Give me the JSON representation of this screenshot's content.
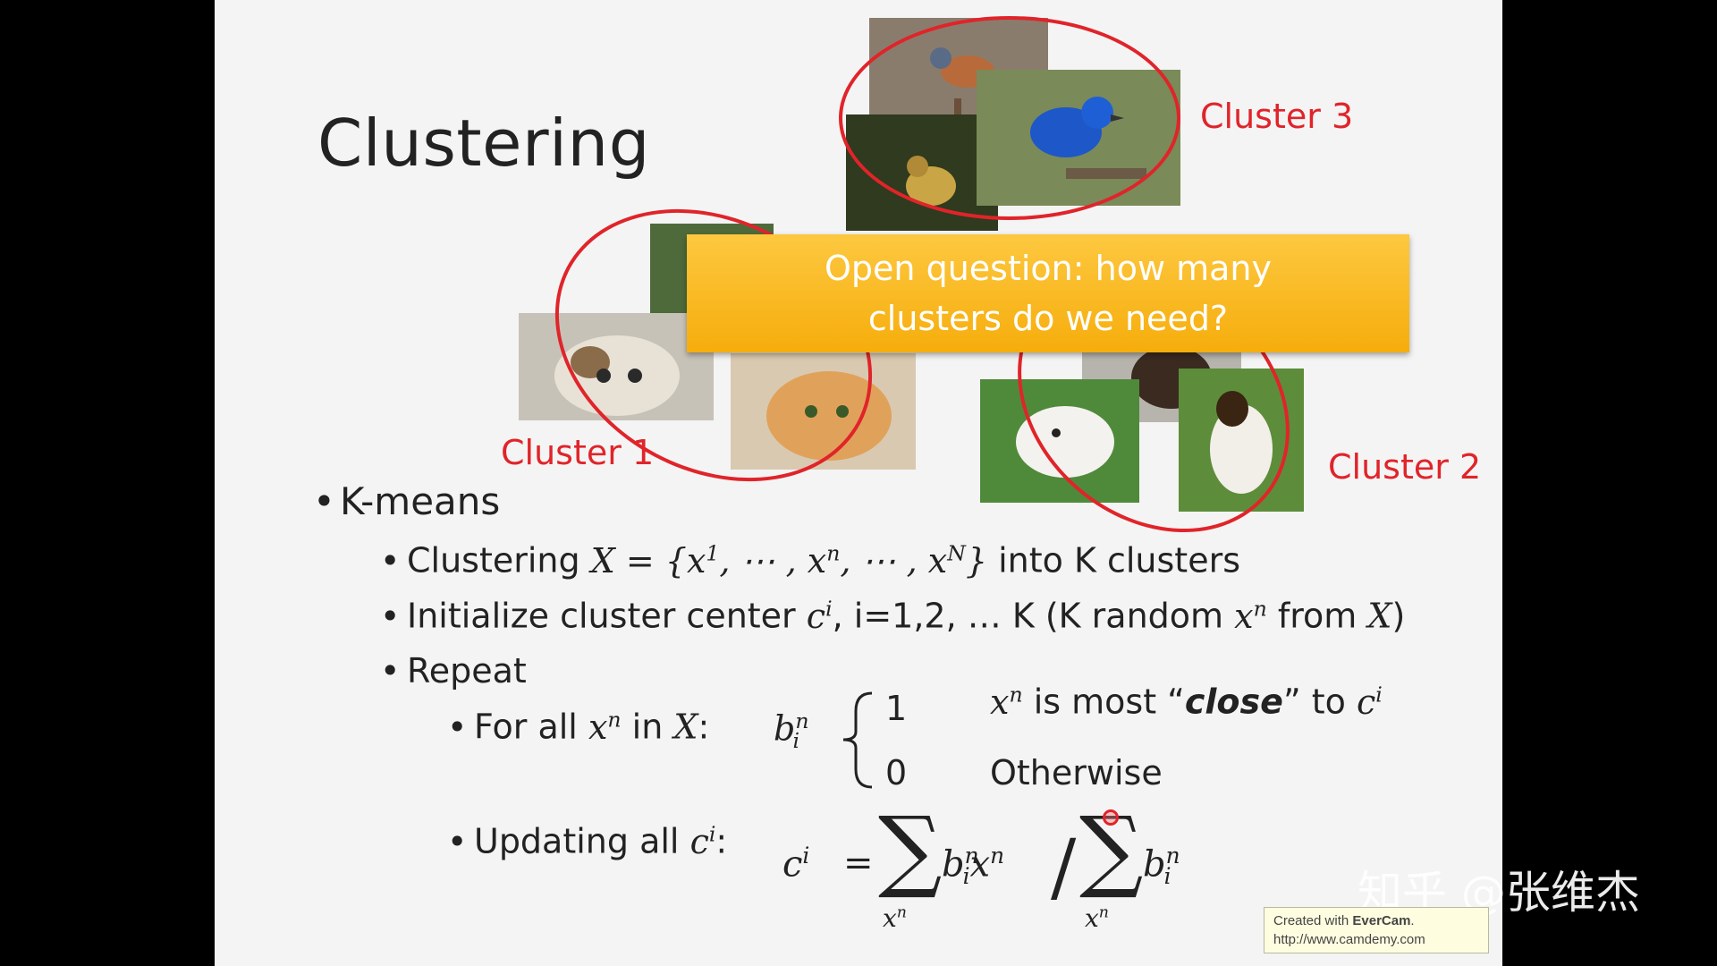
{
  "slide": {
    "title": "Clustering",
    "callout": {
      "line1": "Open question: how many",
      "line2": "clusters do we need?"
    },
    "clusters": [
      {
        "label": "Cluster 1"
      },
      {
        "label": "Cluster 2"
      },
      {
        "label": "Cluster 3"
      }
    ],
    "bullets": {
      "kmeans": "K-means",
      "clustering_prefix": "Clustering",
      "clustering_suffix": "into K clusters",
      "init_prefix": "Initialize cluster center",
      "init_mid": ", i=1,2, … K (K random",
      "init_from": "from",
      "repeat": "Repeat",
      "for_all_prefix": "For all",
      "for_all_in": "in",
      "case_one": "1",
      "case_zero": "0",
      "is_most": "is most “",
      "close": "close",
      "to": "” to",
      "otherwise": "Otherwise",
      "updating_prefix": "Updating all"
    },
    "accent_color": "#e0242a",
    "callout_color": "#f8b820"
  },
  "watermark": "知乎 @张维杰",
  "evercam": {
    "line1_prefix": "Created with ",
    "line1_brand": "EverCam",
    "line1_suffix": ".",
    "line2": "http://www.camdemy.com"
  }
}
